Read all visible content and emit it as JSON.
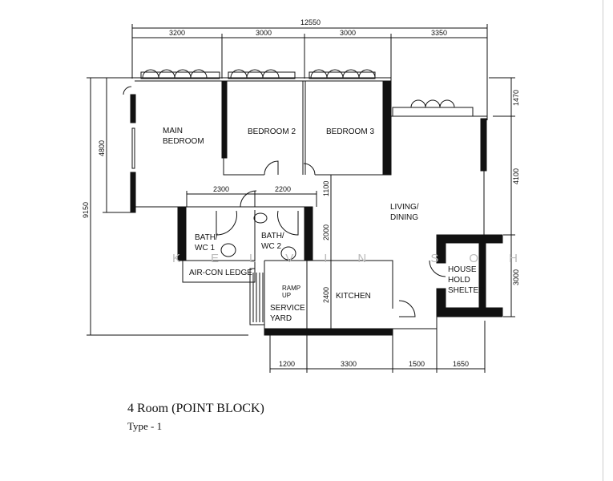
{
  "plan": {
    "title": "4 Room (POINT BLOCK)",
    "subtitle": "Type - 1",
    "watermark": "KELVIN SOH",
    "rooms": {
      "main_bedroom": [
        "MAIN",
        "BEDROOM"
      ],
      "bedroom2": "BEDROOM 2",
      "bedroom3": "BEDROOM 3",
      "living": [
        "LIVING/",
        "DINING"
      ],
      "bath1": [
        "BATH/",
        "WC 1"
      ],
      "bath2": [
        "BATH/",
        "WC 2"
      ],
      "aircon": "AIR-CON LEDGE",
      "service": [
        "SERVICE",
        "YARD"
      ],
      "kitchen": "KITCHEN",
      "shelter": [
        "HOUSE",
        "HOLD",
        "SHELTER"
      ],
      "ramp": [
        "RAMP",
        "UP"
      ]
    },
    "dimensions": {
      "total_width": "12550",
      "top": [
        "3200",
        "3000",
        "3000",
        "3350"
      ],
      "left_total": "9150",
      "left_bedroom": "4800",
      "right": [
        "1470",
        "4100",
        "3000"
      ],
      "bath": [
        "2300",
        "2200"
      ],
      "inner_vertical": [
        "1100",
        "2000",
        "2400"
      ],
      "bottom": [
        "1200",
        "3300",
        "1500",
        "1650"
      ]
    }
  }
}
